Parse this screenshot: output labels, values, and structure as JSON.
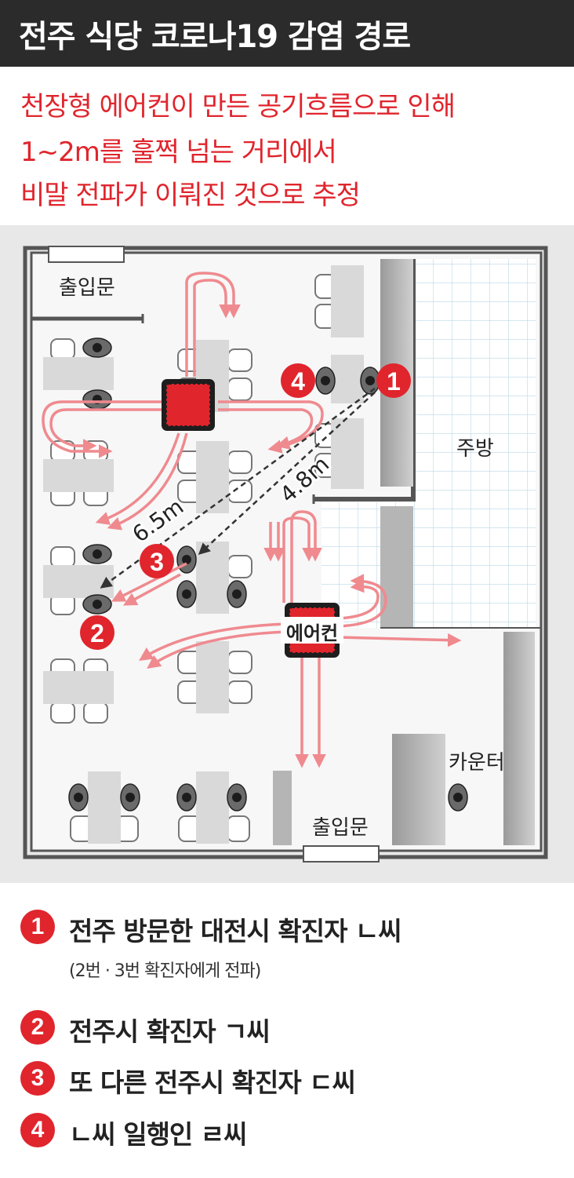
{
  "title": "전주 식당 코로나19 감염 경로",
  "subtitle_lines": [
    "천장형 에어컨이 만든 공기흐름으로 인해",
    "1~2m를 훌쩍 넘는 거리에서",
    "비말 전파가 이뤄진 것으로 추정"
  ],
  "floorplan": {
    "entrance_top": "출입문",
    "entrance_bottom": "출입문",
    "kitchen": "주방",
    "counter": "카운터",
    "aircon": "에어컨",
    "distance_1": "6.5m",
    "distance_2": "4.8m",
    "markers": [
      "1",
      "2",
      "3",
      "4"
    ]
  },
  "legend": [
    {
      "num": "1",
      "text": "전주 방문한 대전시 확진자 ㄴ씨",
      "note": "(2번 · 3번 확진자에게 전파)"
    },
    {
      "num": "2",
      "text": "전주시 확진자 ㄱ씨"
    },
    {
      "num": "3",
      "text": "또 다른 전주시 확진자 ㄷ씨"
    },
    {
      "num": "4",
      "text": "ㄴ씨 일행인 ㄹ씨"
    }
  ],
  "colors": {
    "accent": "#e0252d",
    "title_bg": "#2b2b2b",
    "airflow": "#ef8a8f",
    "floor": "#e8e8e8"
  }
}
